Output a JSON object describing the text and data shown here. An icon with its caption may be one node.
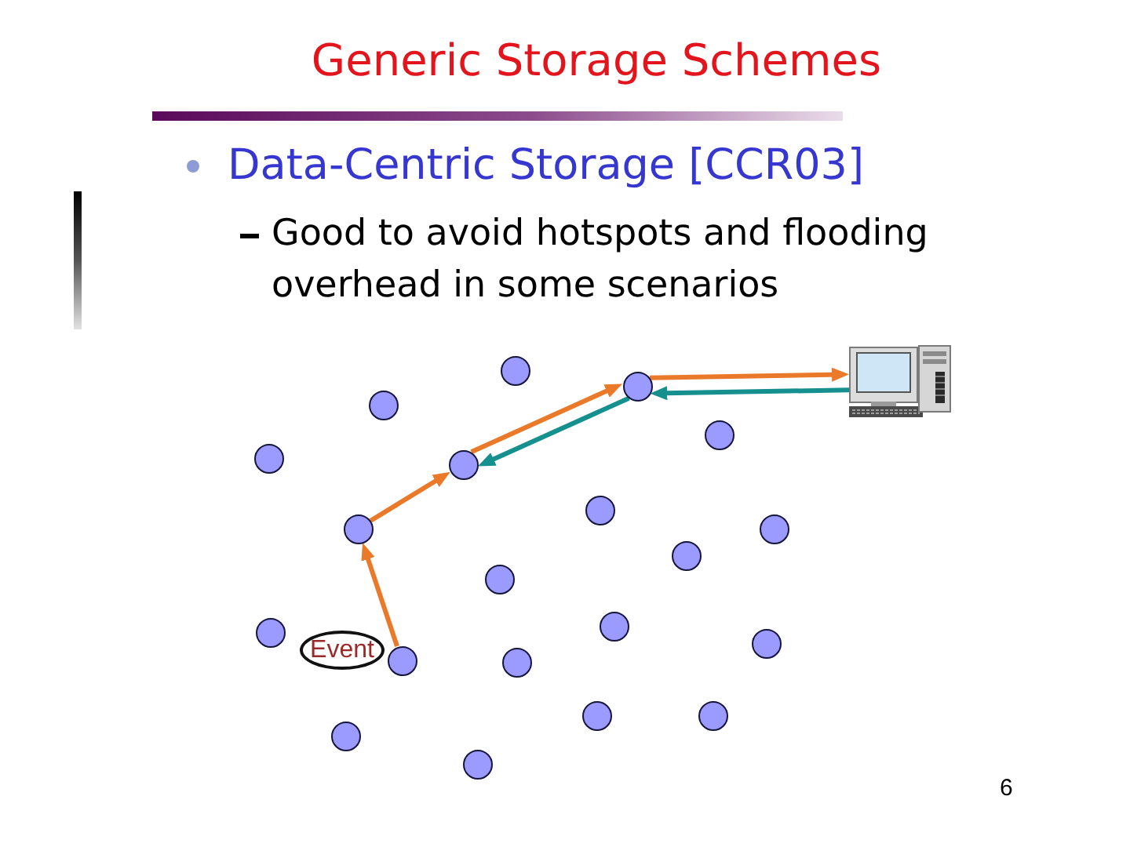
{
  "diagram": {
    "title": "Generic Storage Schemes",
    "nodes": [
      {
        "text": [],
        "shape": "circle"
      },
      {
        "text": [],
        "shape": "circle"
      },
      {
        "text": [],
        "shape": "picture"
      },
      {
        "text": [],
        "shape": "circle"
      },
      {
        "text": [],
        "shape": "circle"
      },
      {
        "text": [],
        "shape": "circle"
      },
      {
        "text": [],
        "shape": "circle"
      },
      {
        "text": [],
        "shape": "circle"
      },
      {
        "text": [],
        "shape": "circle"
      },
      {
        "text": [],
        "shape": "circle"
      },
      {
        "text": [],
        "shape": "circle"
      },
      {
        "text": [],
        "shape": "circle"
      },
      {
        "text": [],
        "shape": "circle"
      },
      {
        "text": [],
        "shape": "circle"
      },
      {
        "text": [],
        "shape": "circle"
      },
      {
        "text": [
          "Event"
        ]
      },
      {
        "text": [],
        "shape": "circle"
      },
      {
        "text": [],
        "shape": "circle"
      },
      {
        "text": [],
        "shape": "circle"
      },
      {
        "text": [],
        "shape": "circle"
      },
      {
        "text": [],
        "shape": "circle"
      },
      {
        "text": [],
        "shape": "circle"
      }
    ],
    "edges": [
      {
        "from": 16,
        "to": 8,
        "arrow": "to"
      },
      {
        "from": 8,
        "to": 6,
        "arrow": "to"
      },
      {
        "from": 6,
        "to": 1,
        "arrow": "to"
      },
      {
        "from": 1,
        "to": 6,
        "arrow": "to",
        "color": "#16908f"
      },
      {
        "from": 1,
        "to": 2,
        "arrow": "to"
      },
      {
        "from": 2,
        "to": 1,
        "arrow": "to",
        "color": "#16908f"
      }
    ],
    "labels": [
      "Data-Centric Storage [CCR03]",
      "Good to avoid hotspots and flooding overhead in some scenarios",
      "6"
    ]
  }
}
